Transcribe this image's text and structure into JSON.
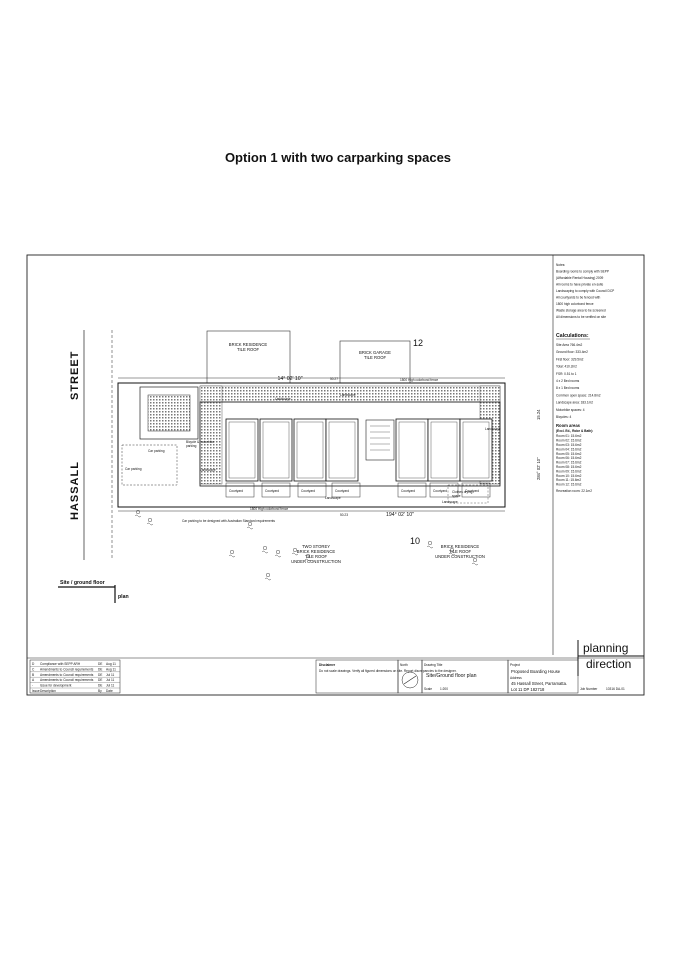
{
  "page": {
    "heading": "Option 1 with two carparking spaces"
  },
  "plan": {
    "street_word_1": "STREET",
    "street_word_2": "HASSALL",
    "lot_north": "12",
    "lot_south": "10",
    "north_residence": "BRICK RESIDENCE\nTILE ROOF",
    "north_garage": "BRICK GARAGE\nTILE ROOF",
    "south_two_storey": "TWO STOREY\nBRICK RESIDENCE\nTILE ROOF\nUNDER CONSTRUCTION",
    "south_residence": "BRICK RESIDENCE\nTILE ROOF\nUNDER CONSTRUCTION",
    "dim_top": "14° 02' 10\"",
    "dim_top_len": "50.27",
    "dim_bottom": "194° 02' 10\"",
    "dim_bottom_len": "50.23",
    "dim_right": "284° 02' 10\"",
    "dim_right_len": "15.24",
    "fence_top": "1800 High colorbond fence",
    "fence_bottom": "1800 High colorbond fence",
    "car_parking": "Car parking",
    "car_parking_2": "Car parking",
    "bicycle": "Bicycle & motorbike\nparking",
    "courtyards": [
      "Courtyard",
      "Courtyard",
      "Courtyard",
      "Courtyard",
      "Courtyard",
      "Courtyard",
      "Courtyard",
      "Courtyard"
    ],
    "clothes": "Clothes drying\nspace",
    "landscape_labels": [
      "Landscape",
      "Landscape",
      "Landscape",
      "Landscape",
      "Landscape",
      "Landscape"
    ],
    "plan_title": "Site / ground floor",
    "plan_subtitle": "plan",
    "site_note": "Car parking to be designed with Australian Standard requirements"
  },
  "notes": {
    "lines": [
      "Notes:",
      "Boarding rooms to comply with SEPP",
      "(Affordable Rental Housing) 2009",
      "All rooms to have private en-suite",
      "Landscaping to comply with Council DCP",
      "All courtyards to be fenced with",
      "1800 high colorbond fence",
      "Waste storage area to be screened",
      "All dimensions to be verified on site"
    ]
  },
  "calculations": {
    "title": "Calculations:",
    "items": [
      "Site Area 766.4m2",
      "Ground floor: 333.4m2",
      "First floor: 329.5m2",
      "Total: 410.2m2",
      "FSR: 0.51 to 1",
      "4 x 2 Bed rooms",
      "8 x 1 Bed rooms",
      "Common open space: 214.8m2",
      "Landscape area: 183.1m2",
      "Motorbike spaces: 4",
      "Bicycles: 4"
    ],
    "room_title": "Room areas",
    "room_subtitle": "(Excl. Ed., Robe & Bath):",
    "rooms": [
      "Room 01: 15.6m2",
      "Room 02: 15.6m2",
      "Room 03: 15.6m2",
      "Room 04: 15.6m2",
      "Room 05: 15.6m2",
      "Room 06: 15.6m2",
      "Room 07: 15.6m2",
      "Room 08: 15.6m2",
      "Room 09: 15.6m2",
      "Room 10: 15.6m2",
      "Room 11: 15.6m2",
      "Room 12: 15.6m2"
    ],
    "recreation": "Recreation room: 22.1m2"
  },
  "title_block": {
    "revisions": [
      {
        "no": "D",
        "desc": "Compliance with SEPP ARH",
        "by": "DE",
        "date": "Aug 11"
      },
      {
        "no": "C",
        "desc": "Amendments to Council requirements",
        "by": "DE",
        "date": "Aug 11"
      },
      {
        "no": "B",
        "desc": "Amendments to Council requirements",
        "by": "DE",
        "date": "Jul 11"
      },
      {
        "no": "A",
        "desc": "Amendments to Council requirements",
        "by": "DE",
        "date": "Jul 11"
      },
      {
        "no": "-",
        "desc": "Issue for development",
        "by": "DE",
        "date": "Jul 11"
      }
    ],
    "rev_header": [
      "Issue",
      "Description",
      "By",
      "Date"
    ],
    "disclaimer_title": "Disclaimer",
    "disclaimer": "Do not scale drawings. Verify all figured dimensions on site. Report discrepancies to the designer.",
    "north_label": "North",
    "drawing_title_label": "Drawing Title",
    "drawing_title": "Site/Ground floor plan",
    "scale_label": "Scale",
    "scale_value": "1:200",
    "project_label": "Project",
    "project": "Proposed Boarding House",
    "address_label": "Address",
    "address": "45 Hassall Street, Parramatta.",
    "lot": "Lot 11 DP 182718",
    "brand_1": "planning",
    "brand_2": "direction",
    "job_label": "Job Number",
    "job": "10316 DA-01"
  }
}
